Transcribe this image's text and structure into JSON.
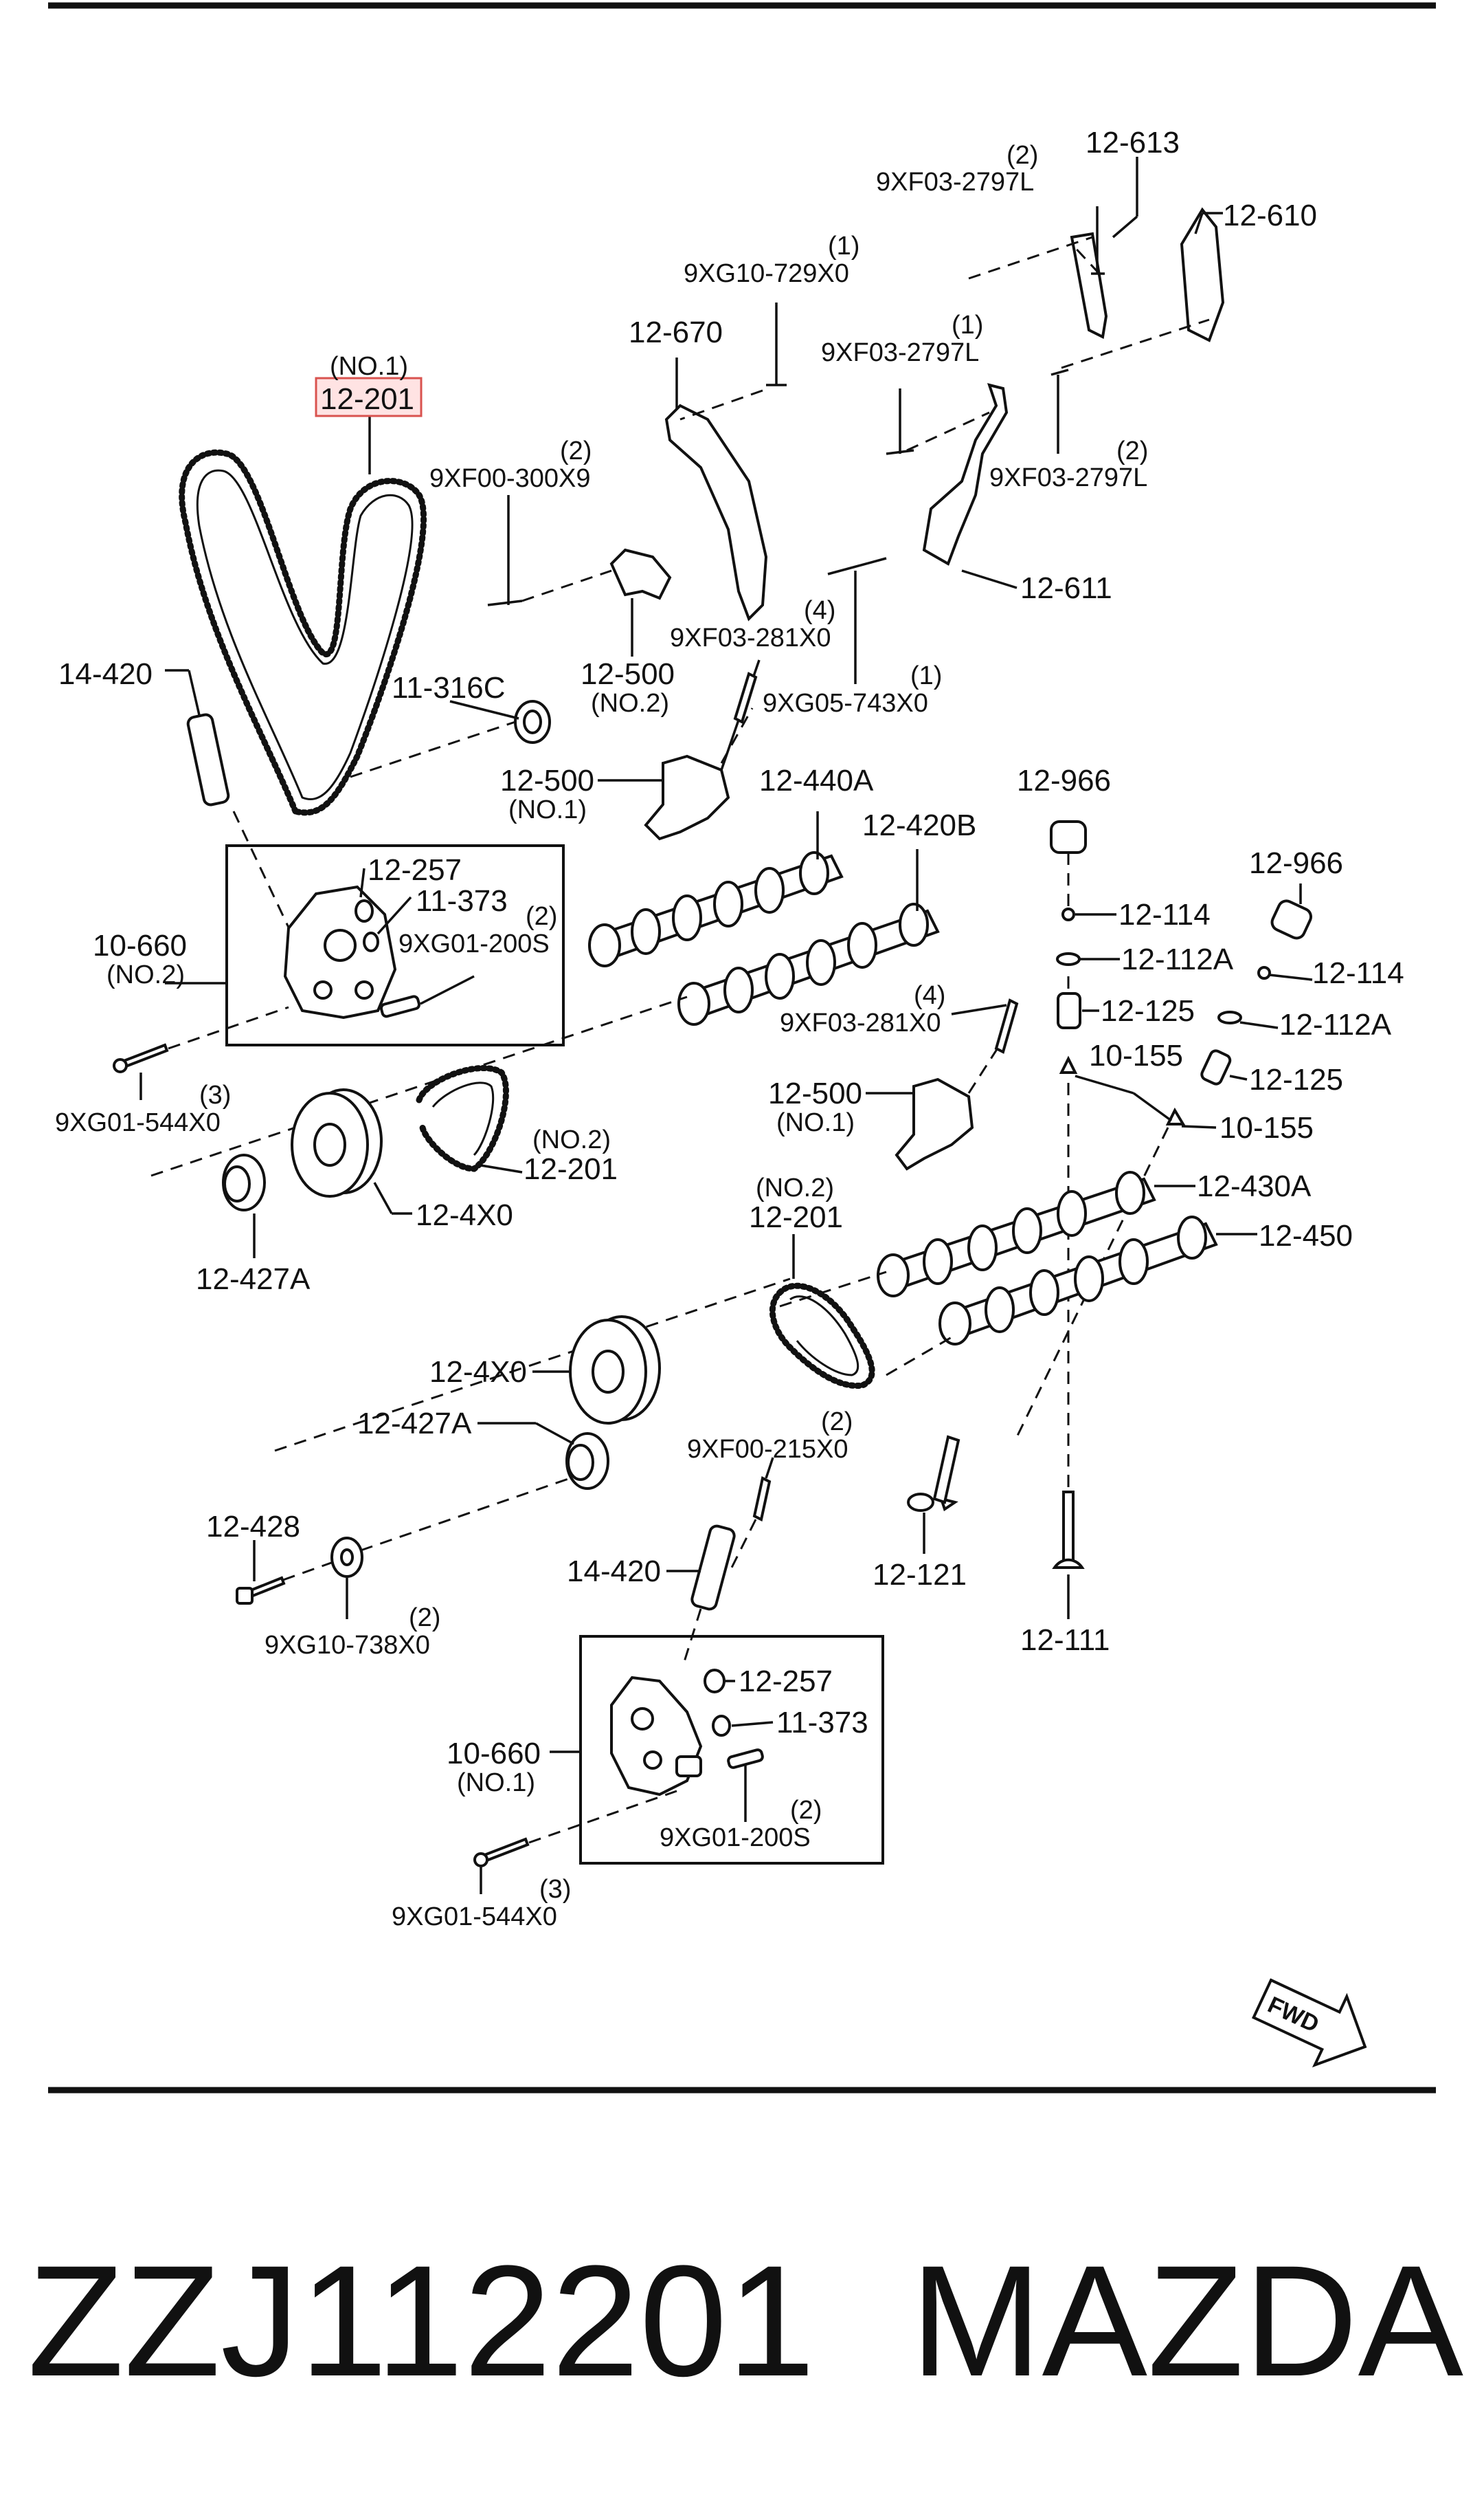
{
  "diagram": {
    "highlighted_part": "12-201",
    "labels": {
      "p12_613": "12-613",
      "p9xf03_2797l_top_q": "(2)",
      "p9xf03_2797l_top": "9XF03-2797L",
      "p12_610": "12-610",
      "p9xg10_729x0_q": "(1)",
      "p9xg10_729x0": "9XG10-729X0",
      "p9xf03_2797l_mid_q": "(1)",
      "p9xf03_2797l_mid": "9XF03-2797L",
      "p12_670": "12-670",
      "p9xf03_2797l_r_q": "(2)",
      "p9xf03_2797l_r": "9XF03-2797L",
      "p12_201_no1_sub": "(NO.1)",
      "p12_201_no1": "12-201",
      "p9xf00_300x9_q": "(2)",
      "p9xf00_300x9": "9XF00-300X9",
      "p12_611": "12-611",
      "p9xf03_281x0_top_q": "(4)",
      "p9xf03_281x0_top": "9XF03-281X0",
      "p12_500_no2": "12-500",
      "p12_500_no2_sub": "(NO.2)",
      "p14_420_top": "14-420",
      "p11_316c": "11-316C",
      "p9xg05_743x0_q": "(1)",
      "p9xg05_743x0": "9XG05-743X0",
      "p12_500_no1_top": "12-500",
      "p12_500_no1_top_sub": "(NO.1)",
      "p12_440a": "12-440A",
      "p12_966_a": "12-966",
      "p12_420b": "12-420B",
      "p12_257_top": "12-257",
      "p11_373_top": "11-373",
      "p9xg01_200s_top_q": "(2)",
      "p9xg01_200s_top": "9XG01-200S",
      "p10_660_no2": "10-660",
      "p10_660_no2_sub": "(NO.2)",
      "p12_966_b": "12-966",
      "p12_114_a": "12-114",
      "p12_112a_a": "12-112A",
      "p12_114_b": "12-114",
      "p12_125_a": "12-125",
      "p12_112a_b": "12-112A",
      "p9xf03_281x0_mid_q": "(4)",
      "p9xf03_281x0_mid": "9XF03-281X0",
      "p10_155_a": "10-155",
      "p12_125_b": "12-125",
      "p9xg01_544x0_top_q": "(3)",
      "p9xg01_544x0_top": "9XG01-544X0",
      "p12_500_no1_mid": "12-500",
      "p12_500_no1_mid_sub": "(NO.1)",
      "p10_155_b": "10-155",
      "p12_201_no2a_sub": "(NO.2)",
      "p12_201_no2a": "12-201",
      "p12_430a": "12-430A",
      "p12_4x0_a": "12-4X0",
      "p12_427a_a": "12-427A",
      "p12_201_no2b_sub": "(NO.2)",
      "p12_201_no2b": "12-201",
      "p12_450": "12-450",
      "p12_4x0_b": "12-4X0",
      "p12_427a_b": "12-427A",
      "p9xf00_215x0_q": "(2)",
      "p9xf00_215x0": "9XF00-215X0",
      "p12_428": "12-428",
      "p14_420_bottom": "14-420",
      "p12_121": "12-121",
      "p9xg10_738x0_q": "(2)",
      "p9xg10_738x0": "9XG10-738X0",
      "p12_111": "12-111",
      "p12_257_bottom": "12-257",
      "p11_373_bottom": "11-373",
      "p10_660_no1": "10-660",
      "p10_660_no1_sub": "(NO.1)",
      "p9xg01_200s_bottom_q": "(2)",
      "p9xg01_200s_bottom": "9XG01-200S",
      "p9xg01_544x0_bottom_q": "(3)",
      "p9xg01_544x0_bottom": "9XG01-544X0",
      "fwd": "FWD"
    }
  },
  "caption": {
    "part_number": "ZZJ112201",
    "brand": "MAZDA"
  }
}
